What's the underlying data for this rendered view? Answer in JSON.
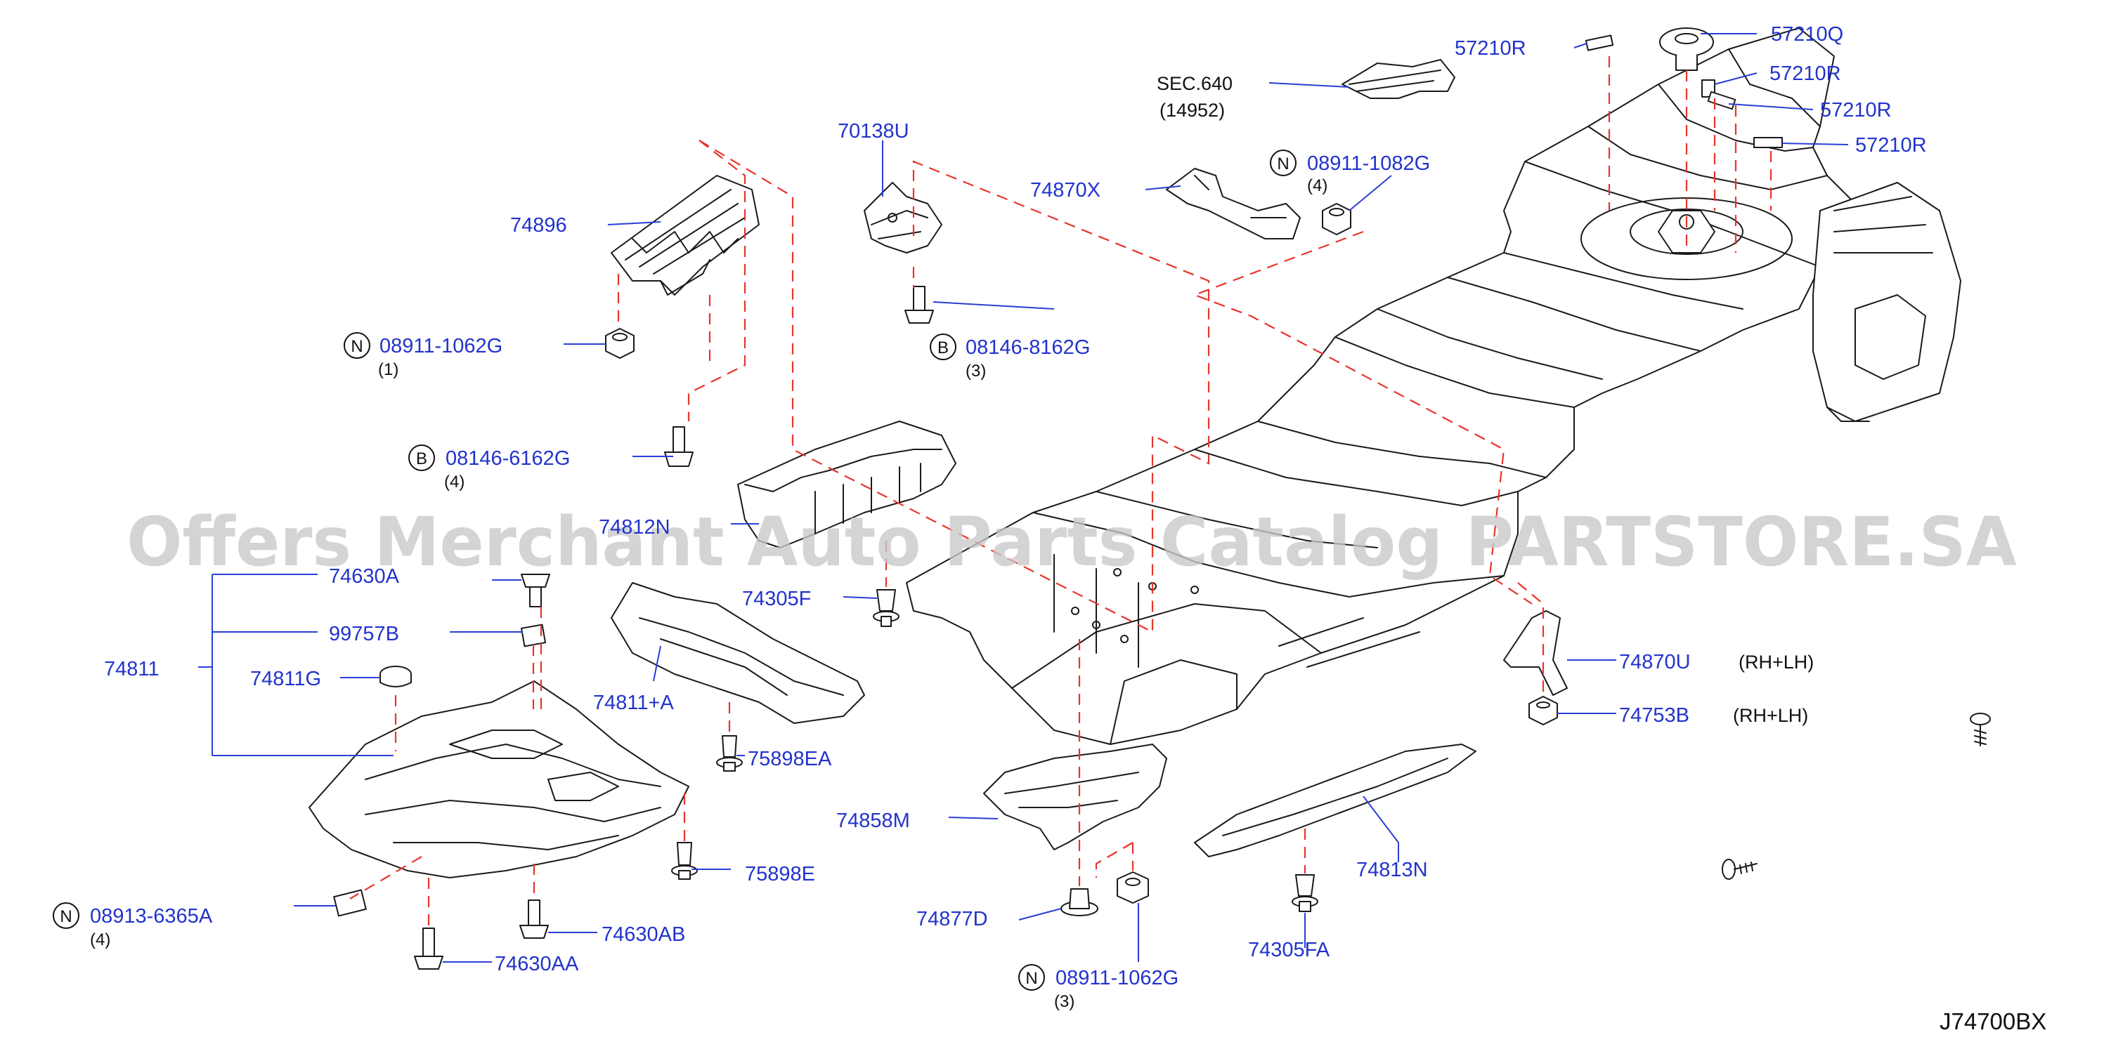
{
  "diagram": {
    "watermark": "Offers Merchant Auto Parts Catalog PARTSTORE.SA",
    "code": "J74700BX",
    "section": {
      "ref": "SEC.640",
      "sub": "(14952)"
    },
    "labels": {
      "p57210R_a": "57210R",
      "p57210Q": "57210Q",
      "p57210R_b": "57210R",
      "p57210R_c": "57210R",
      "p57210R_d": "57210R",
      "p70138U": "70138U",
      "p74896": "74896",
      "p74870X": "74870X",
      "p08911_top": "08911-1082G",
      "q08911_top": "(4)",
      "p08911_1062_a": "08911-1062G",
      "q08911_1062_a": "(1)",
      "p08146_8162": "08146-8162G",
      "q08146_8162": "(3)",
      "p08146_6162": "08146-6162G",
      "q08146_6162": "(4)",
      "p74812N": "74812N",
      "p74630A": "74630A",
      "p99757B": "99757B",
      "p74811": "74811",
      "p74811G": "74811G",
      "p74305F": "74305F",
      "p74811A": "74811+A",
      "p75898EA": "75898EA",
      "p75898E": "75898E",
      "p08913": "08913-6365A",
      "q08913": "(4)",
      "p74630AB": "74630AB",
      "p74630AA": "74630AA",
      "p74858M": "74858M",
      "p74877D": "74877D",
      "p08911_1062_b": "08911-1062G",
      "q08911_1062_b": "(3)",
      "p74813N": "74813N",
      "p74305FA": "74305FA",
      "p74870U": "74870U",
      "p74753B": "74753B",
      "rhlh_1": "(RH+LH)",
      "rhlh_2": "(RH+LH)"
    },
    "prefixes": {
      "n1": "N",
      "n2": "N",
      "n3": "N",
      "n4": "N",
      "b1": "B",
      "b2": "B"
    }
  }
}
